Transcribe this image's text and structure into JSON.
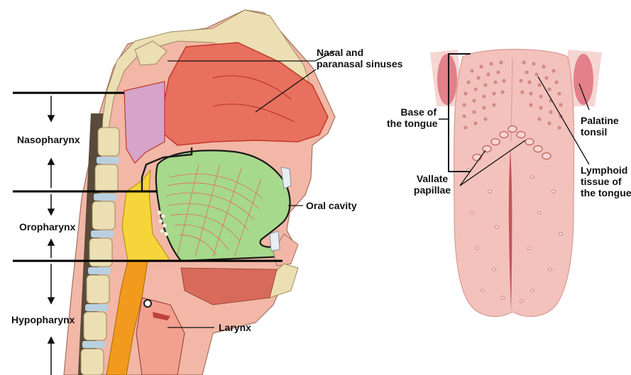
{
  "labels": {
    "nasal_sinuses": [
      "Nasal and",
      "paranasal sinuses"
    ],
    "nasopharynx": "Nasopharynx",
    "oropharynx": "Oropharynx",
    "hypopharynx": "Hypopharynx",
    "oral_cavity": "Oral cavity",
    "larynx": "Larynx",
    "base_of_tongue": [
      "Base of",
      "the tongue"
    ],
    "vallate_papillae": [
      "Vallate",
      "papillae"
    ],
    "palatine_tonsil": [
      "Palatine",
      "tonsil"
    ],
    "lymphoid_tissue": [
      "Lymphoid",
      "tissue of",
      "the tongue"
    ]
  },
  "colors": {
    "bone": "#ecdfb4",
    "nasal_cavity": "#e8705e",
    "nasopharynx": "#d6a3c9",
    "oral_cavity": "#a6d98b",
    "oropharynx": "#f5d53a",
    "hypopharynx": "#f29a1d",
    "skin": "#f2b7a6",
    "tongue": "#f3c2bc",
    "tonsil": "#e3808a",
    "vertebra_disc": "#b9d0e0"
  }
}
